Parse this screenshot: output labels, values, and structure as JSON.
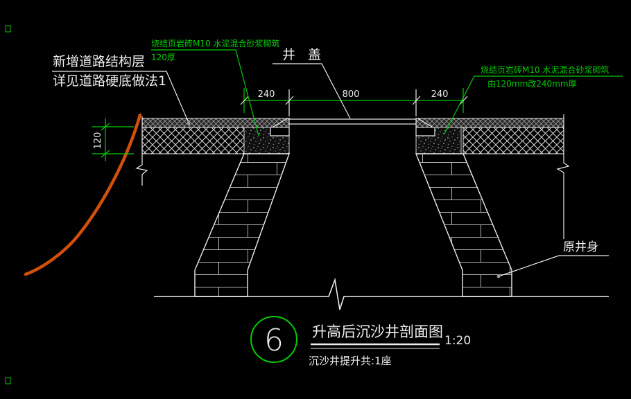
{
  "drawing": {
    "title_block": {
      "number": "6",
      "title": "升高后沉沙井剖面图",
      "scale": "1:20",
      "count_note": "沉沙井提升共:1座"
    },
    "labels": {
      "road_layer_1": "新增道路结构层",
      "road_layer_2": "详见道路硬底做法1",
      "mortar_left_1": "烧结页岩砖M10 水泥混合砂浆砌筑",
      "mortar_left_2": "120厚",
      "well_cover": "井 盖",
      "mortar_right_1": "烧结页岩砖M10 水泥混合砂浆砌筑",
      "mortar_right_2": "由120mm改240mm厚",
      "original_well": "原井身"
    },
    "dimensions": {
      "top_left": "240",
      "top_middle": "800",
      "top_right": "240",
      "left_height": "120"
    },
    "colors": {
      "background": "#000000",
      "line_white": "#ededed",
      "annotation_green": "#00cf00",
      "highlight_orange": "#d2500a"
    }
  }
}
